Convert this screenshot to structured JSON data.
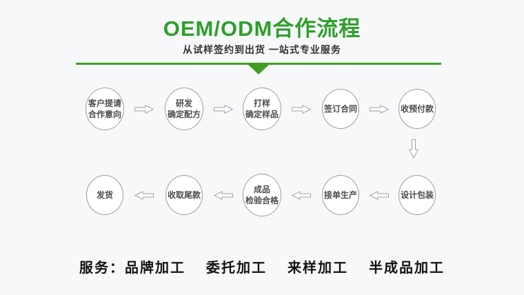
{
  "header": {
    "title": "OEM/ODM合作流程",
    "subtitle": "从试样签约到出货 一站式专业服务"
  },
  "flow": {
    "row1": [
      {
        "line1": "客户提请",
        "line2": "合作意向"
      },
      {
        "line1": "研发",
        "line2": "确定配方"
      },
      {
        "line1": "打样",
        "line2": "确定样品"
      },
      {
        "line1": "签订合同"
      },
      {
        "line1": "收预付款"
      }
    ],
    "row2": [
      {
        "line1": "发货"
      },
      {
        "line1": "收取尾款"
      },
      {
        "line1": "成品",
        "line2": "检验合格"
      },
      {
        "line1": "接单生产"
      },
      {
        "line1": "设计包装"
      }
    ]
  },
  "services": {
    "prefix": "服务：",
    "items": [
      "品牌加工",
      "委托加工",
      "来样加工",
      "半成品加工"
    ]
  },
  "icons": {
    "arrow_right_icon": "⇨",
    "arrow_left_icon": "⇦",
    "arrow_down_icon": "⇩",
    "triangle_down_icon": "▼"
  },
  "colors": {
    "accent_green": "#2da02a",
    "divider_green": "#3f9e22",
    "circle_border": "#9b9b9b",
    "circle_text": "#4d4d4d",
    "arrow_outline": "#9aa0a6",
    "background": "#f7f8fa",
    "subtitle_text": "#333333",
    "services_text": "#111111"
  }
}
